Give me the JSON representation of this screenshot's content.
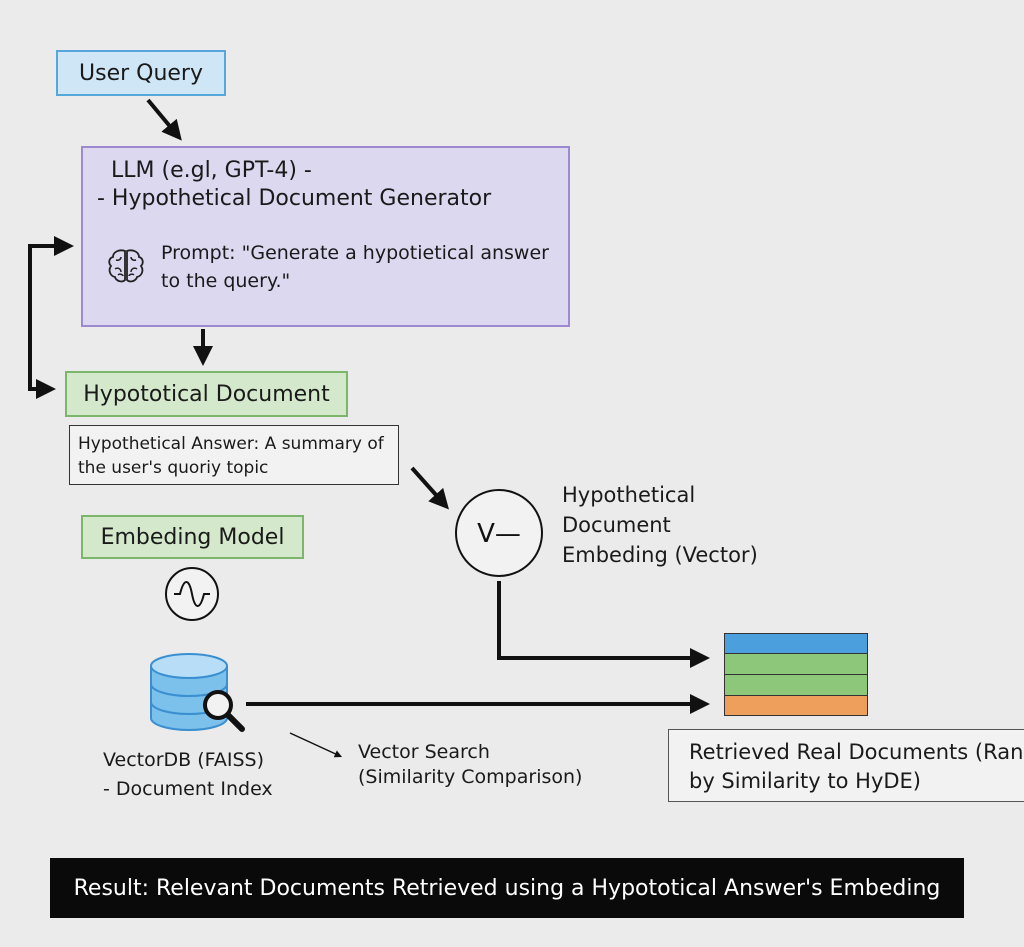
{
  "user_query": "User Query",
  "llm": {
    "title_line1": "LLM (e.gl, GPT-4) -",
    "title_line2": "- Hypothetical Document Generator",
    "prompt_line1": "Prompt: \"Generate a hypotietical answer",
    "prompt_line2": "to the query.\""
  },
  "hypothetical_document": "Hypototical Document",
  "hypothetical_answer": {
    "line1": "Hypothetical Answer: A summary of",
    "line2": "the user's quoriy topic"
  },
  "embedding_model": "Embeding Model",
  "vector_symbol": "V—",
  "embedding_vector": {
    "line1": "Hypothetical",
    "line2": "Document",
    "line3": "Embeding (Vector)"
  },
  "vectordb": {
    "line1": "VectorDB (FAISS)",
    "line2": "- Document Index"
  },
  "vector_search": {
    "line1": "Vector Search",
    "line2": "(Similarity Comparison)"
  },
  "retrieved": {
    "line1": "Retrieved Real Documents (Ranked",
    "line2": "by Similarity to HyDE)"
  },
  "result": "Result: Relevant Documents Retrieved using a Hypototical Answer's Embeding",
  "colors": {
    "blue": "#4a9fdc",
    "green": "#8cc77a",
    "orange": "#ef9f5c",
    "purple": "#9c89cf"
  },
  "icons": [
    "brain-icon",
    "waveform-icon",
    "database-icon",
    "magnifier-icon"
  ]
}
